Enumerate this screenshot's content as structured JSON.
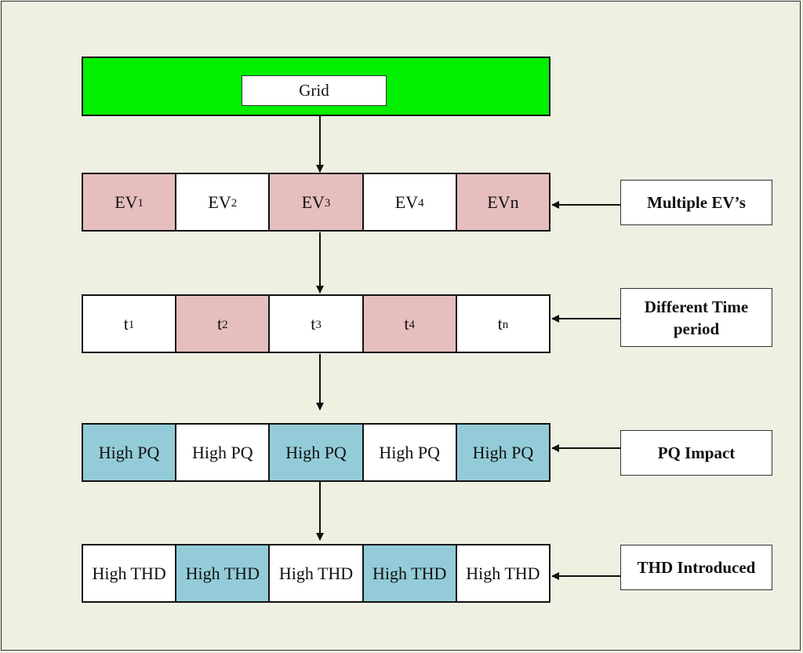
{
  "grid": {
    "label": "Grid"
  },
  "rows": [
    {
      "name": "ev",
      "cells": [
        {
          "text": "EV",
          "sub": "1",
          "color": "pink"
        },
        {
          "text": "EV",
          "sub": "2",
          "color": "white"
        },
        {
          "text": "EV",
          "sub": "3",
          "color": "pink"
        },
        {
          "text": "EV",
          "sub": "4",
          "color": "white"
        },
        {
          "text": "EVn",
          "sub": "",
          "color": "pink"
        }
      ],
      "side_label": "Multiple EV’s"
    },
    {
      "name": "time",
      "cells": [
        {
          "text": "t",
          "sub": "1",
          "color": "white"
        },
        {
          "text": "t",
          "sub": "2",
          "color": "pink"
        },
        {
          "text": "t",
          "sub": "3",
          "color": "white"
        },
        {
          "text": "t",
          "sub": "4",
          "color": "pink"
        },
        {
          "text": "t",
          "sub": "n",
          "color": "white"
        }
      ],
      "side_label_line1": "Different Time",
      "side_label_line2": "period"
    },
    {
      "name": "pq",
      "cells": [
        {
          "text": "High PQ",
          "sub": "",
          "color": "blue"
        },
        {
          "text": "High PQ",
          "sub": "",
          "color": "white"
        },
        {
          "text": "High PQ",
          "sub": "",
          "color": "blue"
        },
        {
          "text": "High PQ",
          "sub": "",
          "color": "white"
        },
        {
          "text": "High PQ",
          "sub": "",
          "color": "blue"
        }
      ],
      "side_label": "PQ Impact"
    },
    {
      "name": "thd",
      "cells": [
        {
          "text": "High THD",
          "sub": "",
          "color": "white"
        },
        {
          "text": "High THD",
          "sub": "",
          "color": "blue"
        },
        {
          "text": "High THD",
          "sub": "",
          "color": "white"
        },
        {
          "text": "High THD",
          "sub": "",
          "color": "blue"
        },
        {
          "text": "High THD",
          "sub": "",
          "color": "white"
        }
      ],
      "side_label": "THD Introduced"
    }
  ],
  "colors": {
    "grid_bar": "#00f000",
    "pink": "#e6bebe",
    "blue": "#93ccd8",
    "background": "#eef0e2"
  }
}
